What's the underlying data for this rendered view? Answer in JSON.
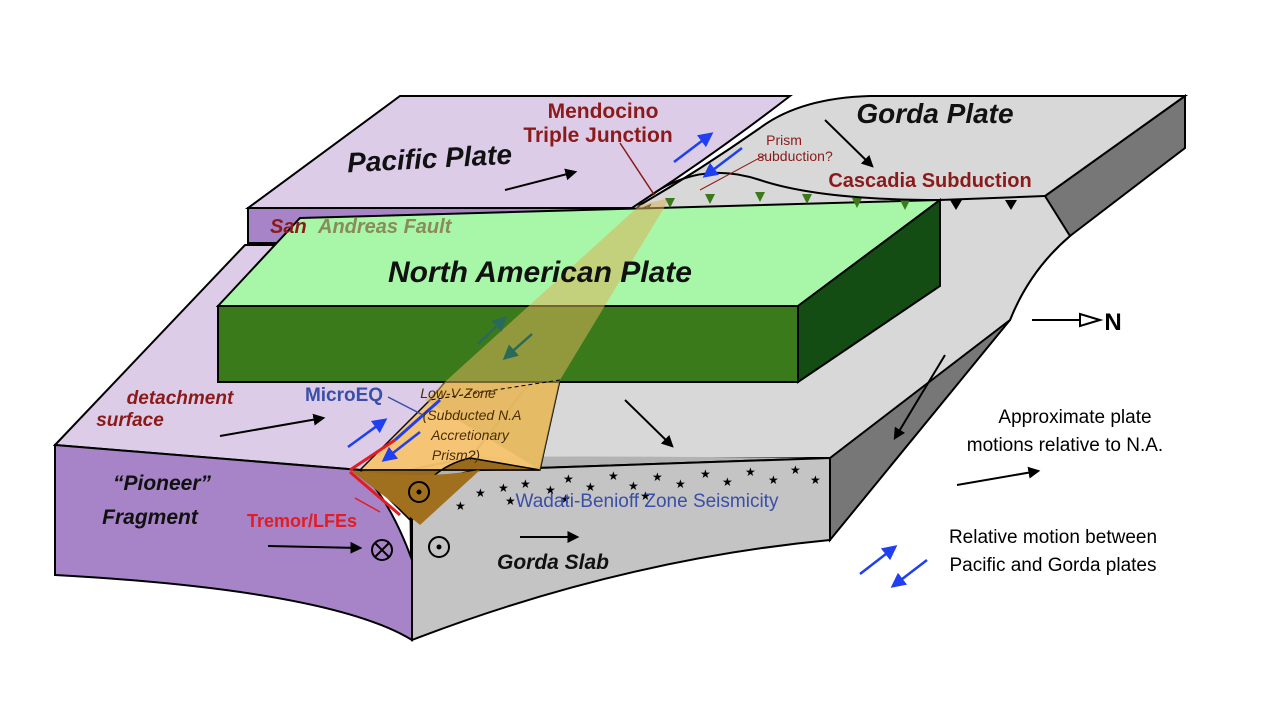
{
  "labels": {
    "mendocino_line1": "Mendocino",
    "mendocino_line2": "Triple Junction",
    "gorda_plate": "Gorda Plate",
    "pacific_plate": "Pacific Plate",
    "prism_line1": "Prism",
    "prism_line2": "subduction?",
    "cascadia": "Cascadia Subduction",
    "san_andreas_part1": "San",
    "san_andreas_part2": "Andreas Fault",
    "north_american_plate": "North American Plate",
    "north": "N",
    "detachment_line1": "detachment",
    "detachment_line2": "surface",
    "microeq": "MicroEQ",
    "lowv_line1": "Low-V Zone",
    "lowv_line2": "(Subducted N.A",
    "lowv_line3": "Accretionary",
    "lowv_line4": "Prism?)",
    "pioneer_line1": "“Pioneer”",
    "pioneer_line2": "Fragment",
    "tremor": "Tremor/LFEs",
    "wadati": "Wadati-Benioff Zone Seismicity",
    "gorda_slab": "Gorda Slab"
  },
  "legend": {
    "black_line1": "Approximate plate",
    "black_line2": "motions relative to N.A.",
    "blue_line1": "Relative motion between",
    "blue_line2": "Pacific and Gorda plates"
  },
  "colors": {
    "pacific_top": "#dccce8",
    "pacific_side": "#a684c7",
    "gorda_top": "#d8d8d8",
    "gorda_side": "#777777",
    "slab_top": "#b3b3b3",
    "na_top": "#a8f7a8",
    "na_front": "#3b7a1a",
    "na_side": "#144d14",
    "lowv_zone": "#f7c46f",
    "lowv_lower": "#9a6a1c",
    "dark_red_text": "#8b1a1a",
    "blue_text": "#3a4fa8",
    "red_text": "#e31b23",
    "blue_arrow": "#1f3ff0"
  }
}
